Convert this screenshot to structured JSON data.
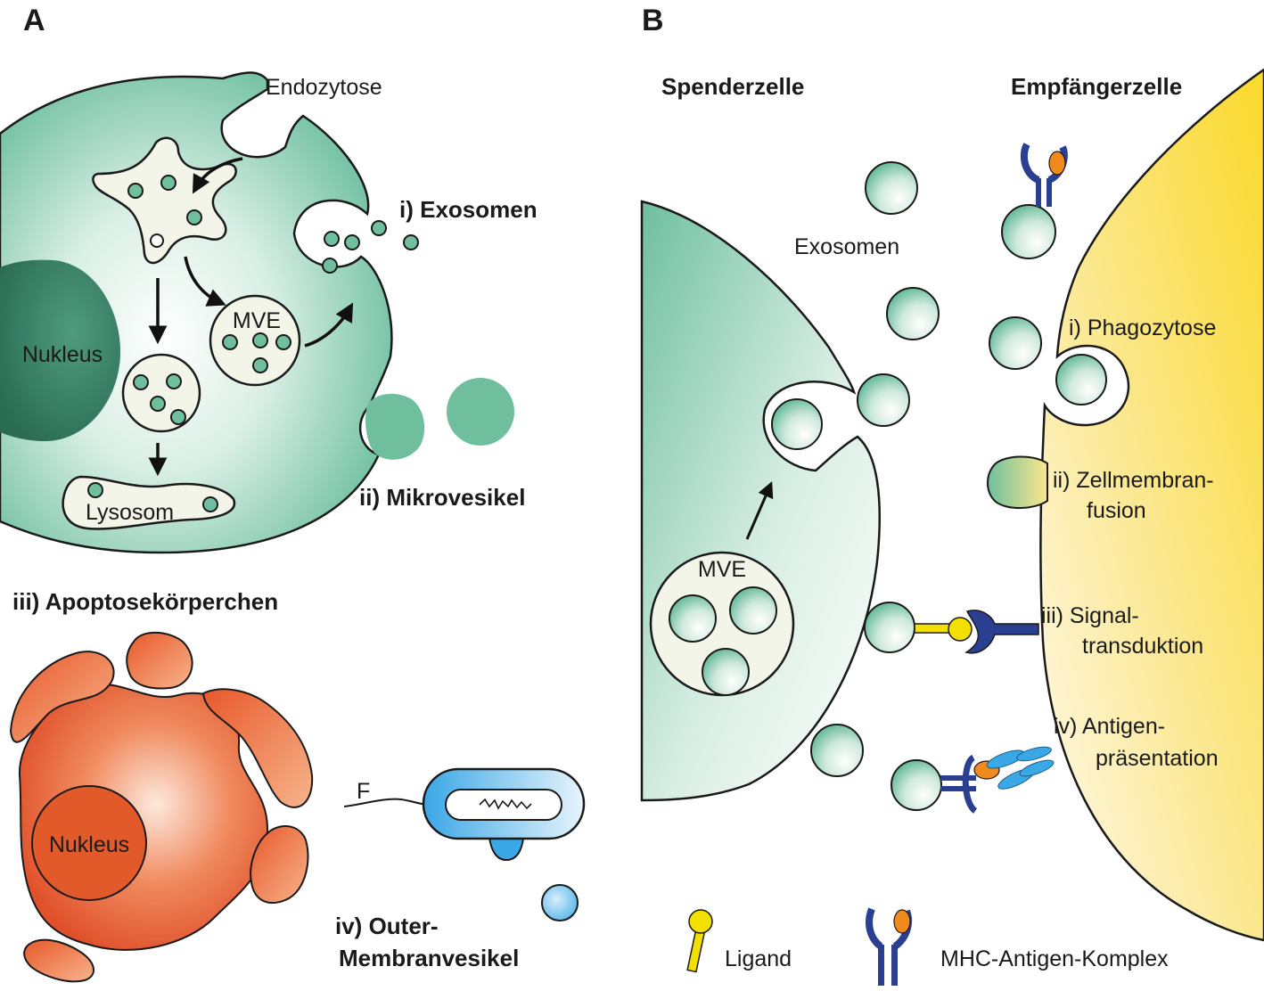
{
  "panel_a": {
    "letter": "A",
    "endocytosis": "Endozytose",
    "exosomes": "i) Exosomen",
    "microvesicles": "ii) Mikrovesikel",
    "apoptotic_bodies": "iii) Apoptosekörperchen",
    "outer_membrane_1": "iv) Outer-",
    "outer_membrane_2": "Membranvesikel",
    "nucleus": "Nukleus",
    "mve": "MVE",
    "lysosome": "Lysosom",
    "apoptotic_nucleus": "Nukleus",
    "flagellum": "F"
  },
  "panel_b": {
    "letter": "B",
    "donor": "Spenderzelle",
    "recipient": "Empfängerzelle",
    "exosomes": "Exosomen",
    "mve": "MVE",
    "phagocytosis": "i) Phagozytose",
    "fusion_1": "ii) Zellmembran-",
    "fusion_2": "fusion",
    "signal_1": "iii) Signal-",
    "signal_2": "transduktion",
    "antigen_1": "iv) Antigen-",
    "antigen_2": "präsentation"
  },
  "legend": {
    "ligand": "Ligand",
    "mhc": "MHC-Antigen-Komplex"
  },
  "colors": {
    "cell_green": "#6fbf9f",
    "nucleus_green": "#2f7a60",
    "vesicle_fill": "#f2f5e8",
    "apoptotic_orange": "#e8582a",
    "recipient_yellow": "#fbd92a",
    "bacteria_blue": "#3aa7e6",
    "receptor_navy": "#2a3f8f",
    "ligand_yellow": "#f4e000",
    "antigen_orange": "#f08a1c"
  }
}
